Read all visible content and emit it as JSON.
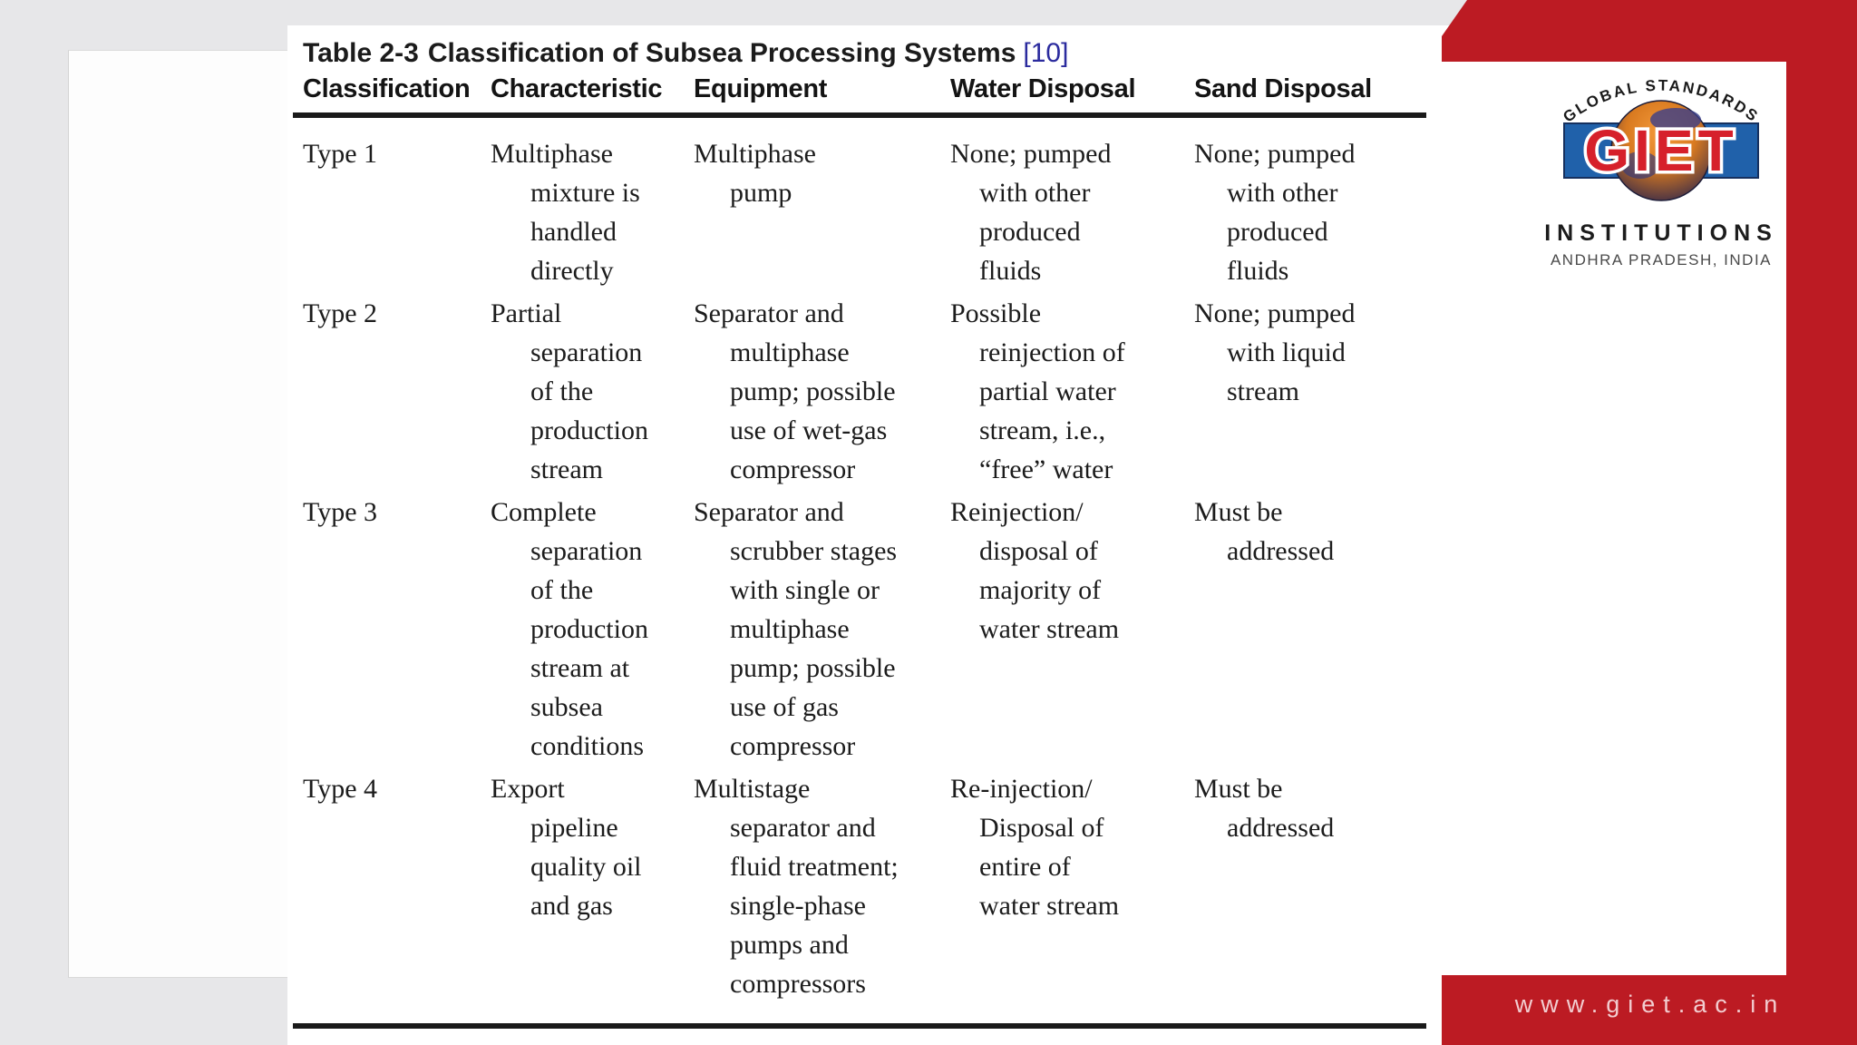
{
  "table": {
    "title_label": "Table 2-3",
    "title_text": "Classification of Subsea Processing Systems",
    "title_citation": "[10]",
    "columns": [
      "Classification",
      "Characteristic",
      "Equipment",
      "Water Disposal",
      "Sand Disposal"
    ],
    "rows": [
      {
        "classification": "Type 1",
        "characteristic": [
          "Multiphase",
          "mixture is",
          "handled",
          "directly"
        ],
        "equipment": [
          "Multiphase",
          "pump"
        ],
        "water_disposal": [
          "None; pumped",
          "with other",
          "produced",
          "fluids"
        ],
        "sand_disposal": [
          "None; pumped",
          "with other",
          "produced",
          "fluids"
        ]
      },
      {
        "classification": "Type 2",
        "characteristic": [
          "Partial",
          "separation",
          "of the",
          "production",
          "stream"
        ],
        "equipment": [
          "Separator and",
          "multiphase",
          "pump; possible",
          "use of wet-gas",
          "compressor"
        ],
        "water_disposal": [
          "Possible",
          "reinjection of",
          "partial water",
          "stream, i.e.,",
          "“free” water"
        ],
        "sand_disposal": [
          "None; pumped",
          "with liquid",
          "stream"
        ]
      },
      {
        "classification": "Type 3",
        "characteristic": [
          "Complete",
          "separation",
          "of the",
          "production",
          "stream at",
          "subsea",
          "conditions"
        ],
        "equipment": [
          "Separator and",
          "scrubber stages",
          "with single or",
          "multiphase",
          "pump; possible",
          "use of gas",
          "compressor"
        ],
        "water_disposal": [
          "Reinjection/",
          "disposal of",
          "majority of",
          "water stream"
        ],
        "sand_disposal": [
          "Must be",
          "addressed"
        ]
      },
      {
        "classification": "Type 4",
        "characteristic": [
          "Export",
          "pipeline",
          "quality oil",
          "and gas"
        ],
        "equipment": [
          "Multistage",
          "separator and",
          "fluid treatment;",
          "single-phase",
          "pumps and",
          "compressors"
        ],
        "water_disposal": [
          "Re-injection/",
          "Disposal of",
          "entire of",
          "water stream"
        ],
        "sand_disposal": [
          "Must be",
          "addressed"
        ]
      }
    ]
  },
  "branding": {
    "arc_text": "GLOBAL STANDARDS",
    "logo_acronym": "GIET",
    "org_name": "INSTITUTIONS",
    "org_location": "ANDHRA PRADESH, INDIA",
    "website": "www.giet.ac.in",
    "accent_red": "#bc1b23",
    "band_blue": "#2061aa",
    "citation_blue": "#2b2b9e"
  }
}
